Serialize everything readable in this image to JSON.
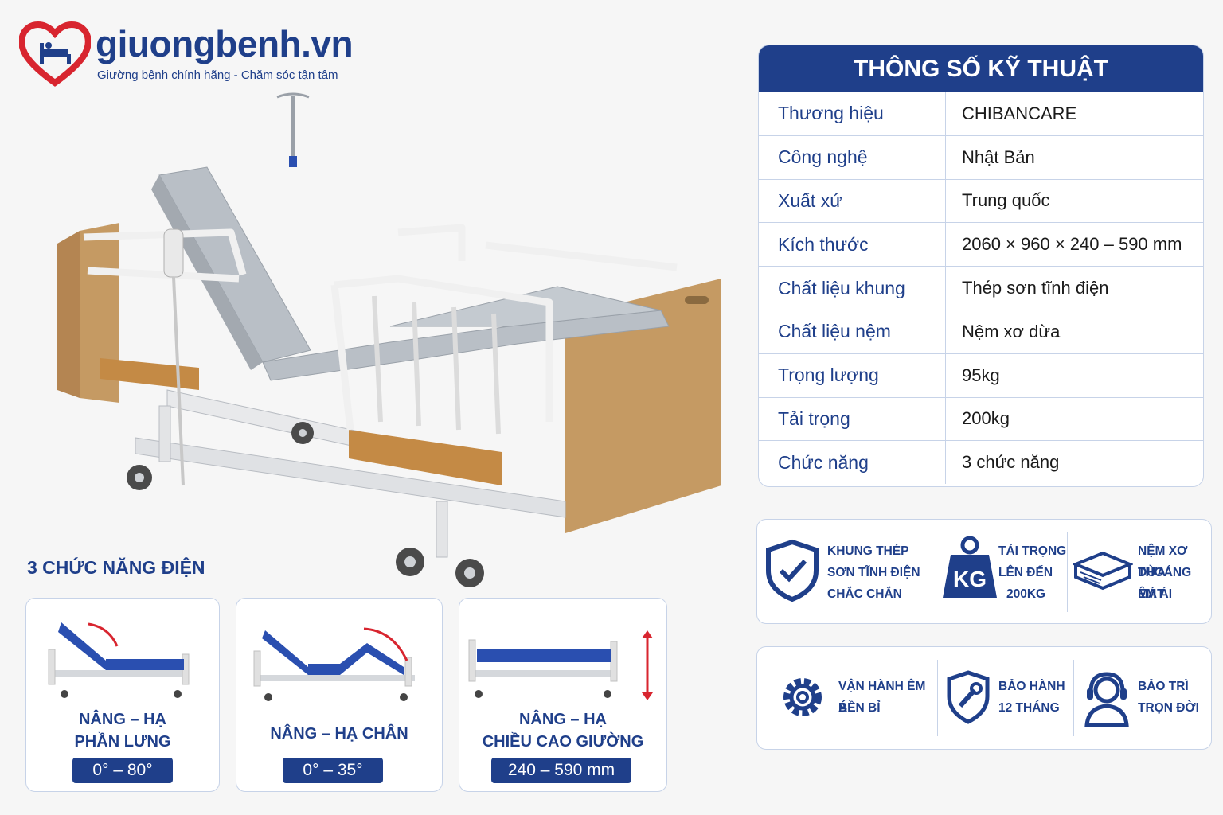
{
  "logo": {
    "brand": "giuongbenh.vn",
    "tagline": "Giường bệnh chính hãng - Chăm sóc tận tâm",
    "icon": "heart-bed-icon"
  },
  "colors": {
    "primary": "#1f3f8a",
    "heart": "#d8252f",
    "wood": "#c59a63",
    "mattress": "#b9bfc6"
  },
  "specs": {
    "title": "THÔNG SỐ KỸ THUẬT",
    "rows": [
      {
        "key": "Thương hiệu",
        "value": "CHIBANCARE"
      },
      {
        "key": "Công nghệ",
        "value": "Nhật Bản"
      },
      {
        "key": "Xuất xứ",
        "value": "Trung quốc"
      },
      {
        "key": "Kích thước",
        "value": "2060 × 960 × 240 – 590 mm"
      },
      {
        "key": "Chất liệu khung",
        "value": "Thép sơn tĩnh điện"
      },
      {
        "key": "Chất liệu nệm",
        "value": "Nệm xơ dừa"
      },
      {
        "key": "Trọng lượng",
        "value": "95kg"
      },
      {
        "key": "Tải trọng",
        "value": "200kg"
      },
      {
        "key": "Chức năng",
        "value": "3 chức năng"
      }
    ]
  },
  "functions": {
    "title": "3 CHỨC NĂNG ĐIỆN",
    "items": [
      {
        "line1": "NÂNG – HẠ",
        "line2": "PHẦN LƯNG",
        "range": "0° – 80°"
      },
      {
        "line1": "NÂNG – HẠ CHÂN",
        "line2": "",
        "range": "0° – 35°"
      },
      {
        "line1": "NÂNG – HẠ",
        "line2": "CHIỀU CAO GIƯỜNG",
        "range": "240 – 590 mm"
      }
    ]
  },
  "features": [
    {
      "icon": "shield-check-icon",
      "lines": [
        "KHUNG THÉP",
        "SƠN TĨNH ĐIỆN",
        "CHẮC CHẮN"
      ]
    },
    {
      "icon": "kg-weight-icon",
      "badge": "KG",
      "lines": [
        "TẢI TRỌNG",
        "LÊN ĐẾN",
        "200KG"
      ]
    },
    {
      "icon": "mattress-icon",
      "lines": [
        "NỆM XƠ DỪA",
        "THOÁNG MÁT",
        "ÊM ÁI"
      ]
    }
  ],
  "services": [
    {
      "icon": "gear-icon",
      "lines": [
        "VẬN HÀNH ÊM ÁI",
        "BỀN BỈ"
      ]
    },
    {
      "icon": "shield-wrench-icon",
      "lines": [
        "BẢO HÀNH",
        "12 THÁNG"
      ]
    },
    {
      "icon": "headset-support-icon",
      "lines": [
        "BẢO TRÌ",
        "TRỌN ĐỜI"
      ]
    }
  ]
}
